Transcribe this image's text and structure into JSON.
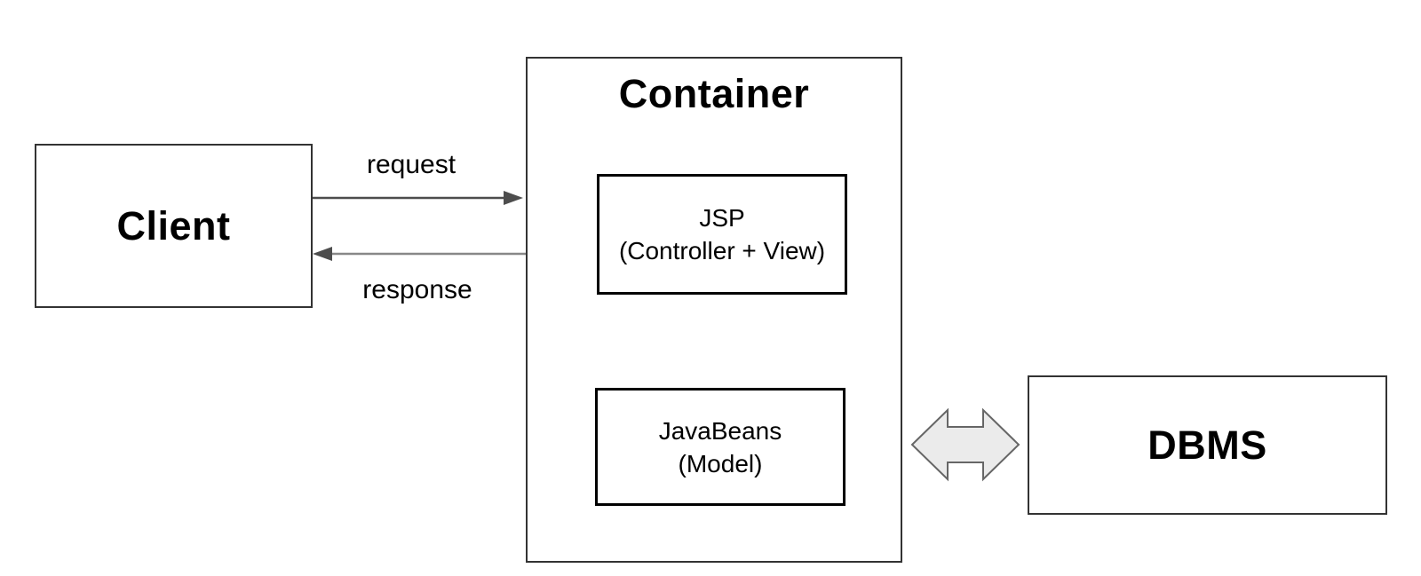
{
  "diagram": {
    "client": {
      "label": "Client"
    },
    "container": {
      "title": "Container",
      "jsp": {
        "line1": "JSP",
        "line2": "(Controller + View)"
      },
      "javabeans": {
        "line1": "JavaBeans",
        "line2": "(Model)"
      }
    },
    "dbms": {
      "label": "DBMS"
    },
    "arrows": {
      "request_label": "request",
      "response_label": "response"
    },
    "colors": {
      "background": "#ffffff",
      "outer_box_border": "#333333",
      "inner_box_border": "#000000",
      "request_arrow": "#4d4d4d",
      "response_line": "#888888",
      "response_arrowhead": "#4d4d4d",
      "double_arrow_fill": "#ebebeb",
      "double_arrow_stroke": "#666666"
    }
  }
}
